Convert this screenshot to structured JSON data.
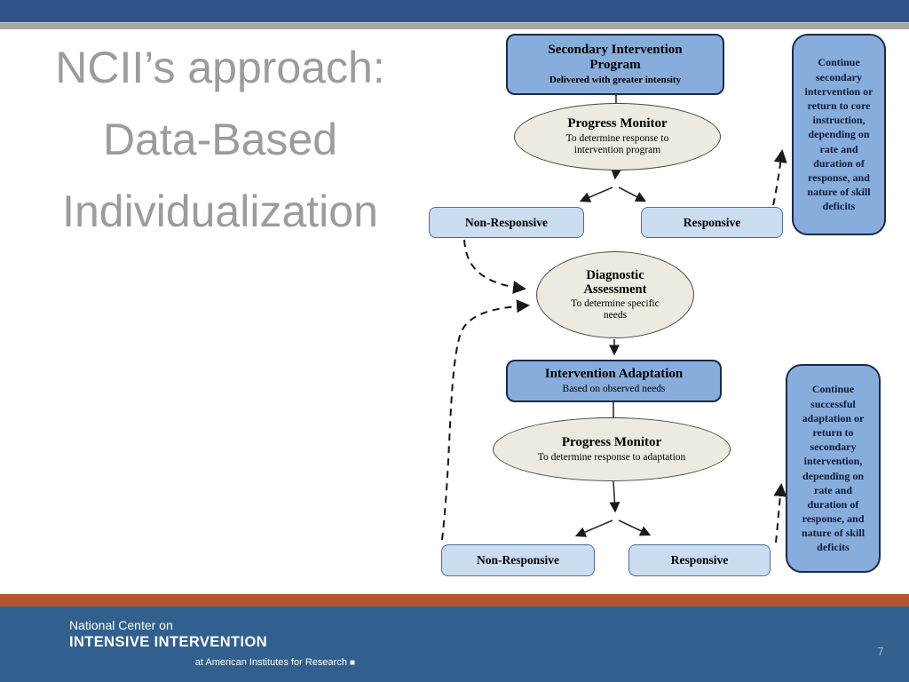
{
  "slide": {
    "title_lines": [
      "NCII’s approach:",
      "Data-Based",
      "Individualization"
    ],
    "page_number": "7"
  },
  "flowchart": {
    "secondary_program": {
      "title": "Secondary Intervention Program",
      "subtitle": "Delivered with greater intensity"
    },
    "progress_monitor_1": {
      "title": "Progress Monitor",
      "subtitle": "To determine response to intervention program"
    },
    "non_responsive_1": "Non-Responsive",
    "responsive_1": "Responsive",
    "continue_secondary": "Continue secondary intervention or return to core instruction, depending on rate and duration of response, and nature of skill deficits",
    "diagnostic_assessment": {
      "title": "Diagnostic Assessment",
      "subtitle": "To determine specific needs"
    },
    "intervention_adaptation": {
      "title": "Intervention Adaptation",
      "subtitle": "Based on observed needs"
    },
    "progress_monitor_2": {
      "title": "Progress Monitor",
      "subtitle": "To determine response to adaptation"
    },
    "non_responsive_2": "Non-Responsive",
    "responsive_2": "Responsive",
    "continue_adaptation": "Continue successful adaptation or return to secondary intervention, depending on rate and duration of response, and nature of skill deficits"
  },
  "footer": {
    "org_line1": "National Center on",
    "org_line2": "INTENSIVE INTERVENTION",
    "org_line3": "at American Institutes for Research",
    "logo_square": "■"
  },
  "colors": {
    "top_bar_blue": "#30548A",
    "divider_gray": "#A6A6A6",
    "title_gray": "#9C9C9E",
    "node_blue": "#87ADDC",
    "node_light_blue": "#CBDDF1",
    "ellipse_cream": "#EDEBE0",
    "accent_orange": "#B5532F",
    "footer_blue": "#31608F"
  }
}
